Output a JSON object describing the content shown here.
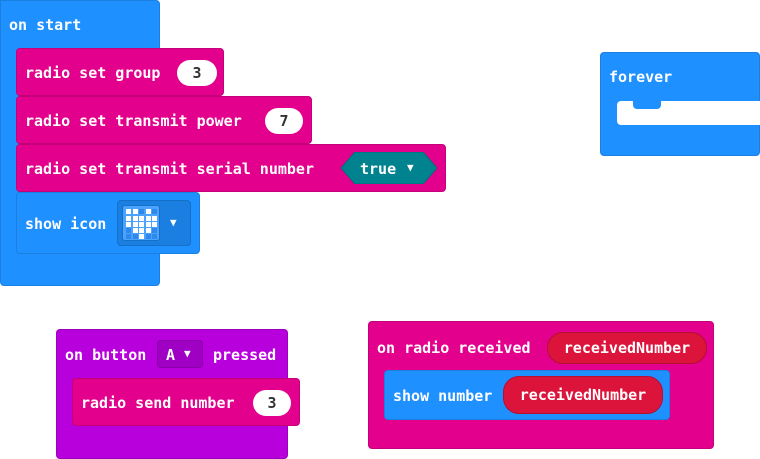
{
  "colors": {
    "loops": "#1e90ff",
    "radio": "#e3008c",
    "input": "#b700dc",
    "boolean": "#00838f",
    "variable": "#dc143c"
  },
  "on_start": {
    "title": "on start",
    "blocks": [
      {
        "label": "radio set group",
        "value": "3"
      },
      {
        "label": "radio set transmit power",
        "value": "7"
      },
      {
        "label": "radio set transmit serial number",
        "value": "true"
      },
      {
        "label": "show icon",
        "value": "heart-icon"
      }
    ]
  },
  "forever": {
    "title": "forever"
  },
  "on_button": {
    "prefix": "on button",
    "button": "A",
    "suffix": "pressed",
    "send": {
      "label": "radio send number",
      "value": "3"
    }
  },
  "on_radio": {
    "title": "on radio received",
    "param": "receivedNumber",
    "show": {
      "label": "show number",
      "value": "receivedNumber"
    }
  }
}
